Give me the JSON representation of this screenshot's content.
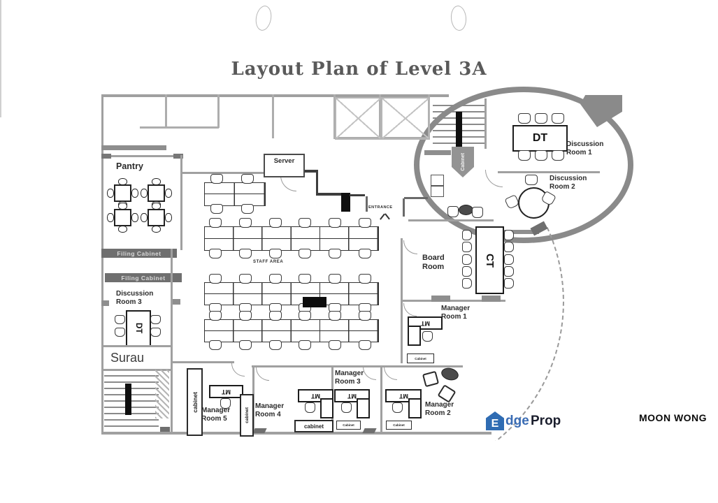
{
  "title": "Layout Plan of Level 3A",
  "rooms": {
    "pantry": "Pantry",
    "server": "Server",
    "staff_area": "STAFF AREA",
    "entrance": "ENTRANCE",
    "surau": "Surau",
    "discussion_room_1": "Discussion\nRoom 1",
    "discussion_room_2": "Discussion\nRoom 2",
    "discussion_room_3": "Discussion\nRoom 3",
    "board_room": "Board\nRoom",
    "manager_room_1": "Manager\nRoom 1",
    "manager_room_2": "Manager\nRoom 2",
    "manager_room_3": "Manager\nRoom 3",
    "manager_room_4": "Manager\nRoom 4",
    "manager_room_5": "Manager\nRoom 5"
  },
  "tables": {
    "dt": "DT",
    "ct": "CT",
    "mt": "MT"
  },
  "storage": {
    "filing_cabinet": "Filing Cabinet",
    "cabinet_lower": "cabinet",
    "cabinet_title": "Cabinet"
  },
  "branding": {
    "logo_e": "E",
    "logo_dge": "dge",
    "logo_prop": "Prop",
    "agent_name": "MOON WONG"
  },
  "colors": {
    "brand_blue": "#2f6cb3",
    "brand_dark": "#1b1e2d",
    "wall_gray": "#8a8a8a",
    "furniture_dark": "#1c1c1c"
  }
}
